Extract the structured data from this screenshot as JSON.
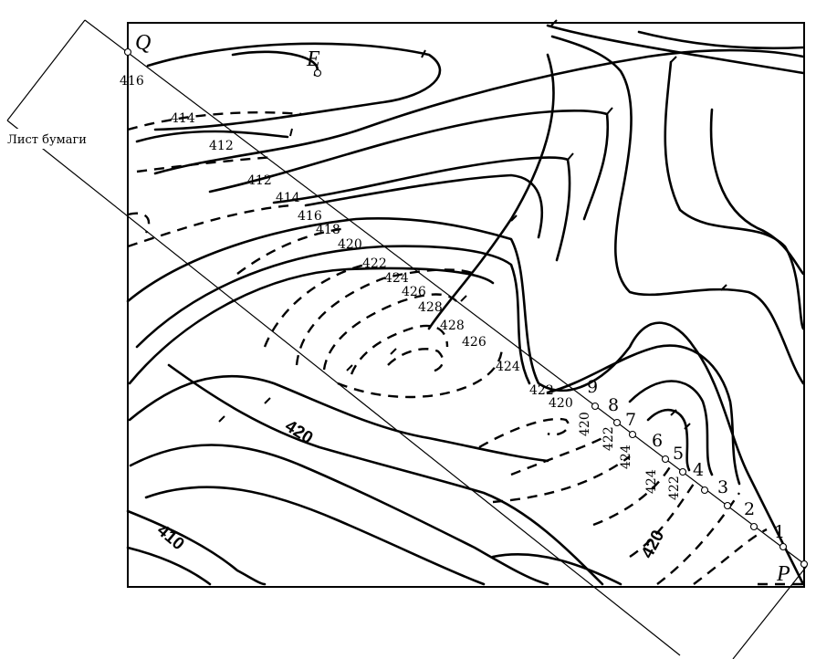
{
  "paper_label": "Лист бумаги",
  "points": {
    "q": "Q",
    "e": "E",
    "p": "P"
  },
  "edge_heights": [
    "416",
    "414",
    "412",
    "412",
    "414",
    "416",
    "418",
    "420",
    "422",
    "424",
    "426",
    "428",
    "428",
    "426",
    "424",
    "422",
    "420",
    "420",
    "422",
    "424",
    "424",
    "422"
  ],
  "contour_labels": [
    "420",
    "410",
    "420"
  ],
  "crossing_marks": [
    "1",
    "2",
    "3",
    "4",
    "5",
    "6",
    "7",
    "8",
    "9"
  ]
}
